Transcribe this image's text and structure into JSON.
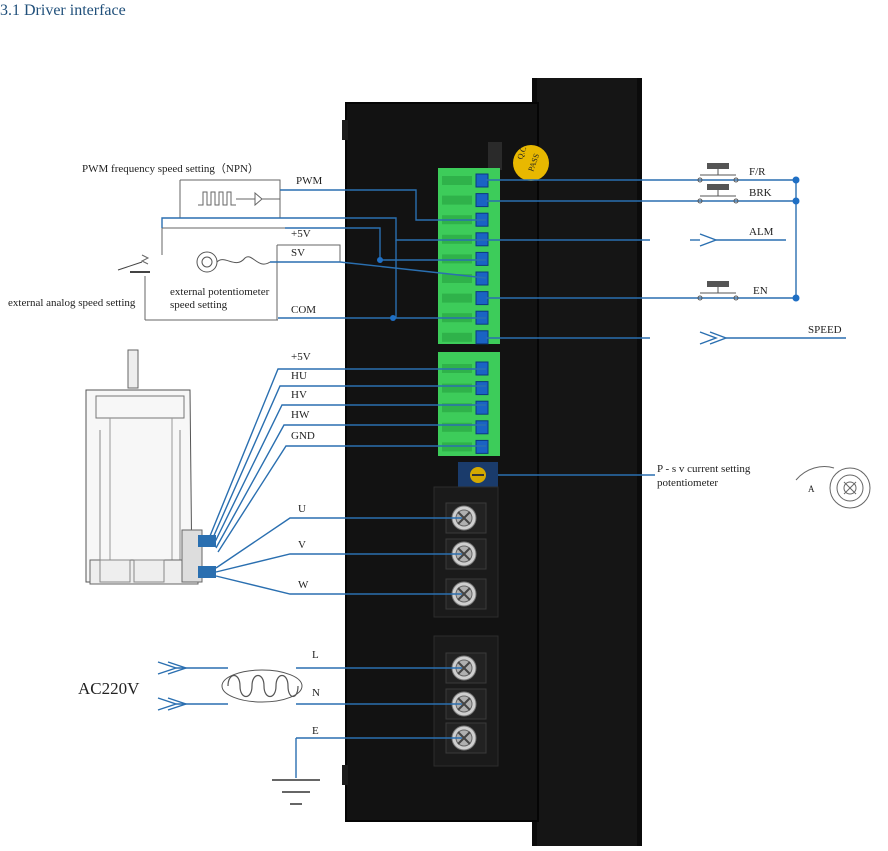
{
  "heading": "3.1 Driver interface",
  "left_labels": {
    "pwm_title": "PWM frequency speed setting（NPN）",
    "pwm": "PWM",
    "plus5v": "+5V",
    "sv": "SV",
    "com": "COM",
    "ext_pot_line1": "external potentiometer",
    "ext_pot_line2": "speed setting",
    "ext_analog": "external analog speed setting"
  },
  "hall_labels": [
    "+5V",
    "HU",
    "HV",
    "HW",
    "GND"
  ],
  "motor_labels": [
    "U",
    "V",
    "W"
  ],
  "power_labels": [
    "L",
    "N",
    "E"
  ],
  "power_source": "AC220V",
  "right_labels": {
    "fr": "F/R",
    "brk": "BRK",
    "alm": "ALM",
    "en": "EN",
    "speed": "SPEED"
  },
  "pot_label_line1": "P - s v current setting",
  "pot_label_line2": "potentiometer",
  "pot_icon_letter": "A",
  "qc_sticker_line1": "Q.C",
  "qc_sticker_line2": "PASS",
  "colors": {
    "wire": "#2a6fb0",
    "terminal_green": "#3dcc5a",
    "driver_body": "#121212",
    "sticker": "#e8b800"
  }
}
